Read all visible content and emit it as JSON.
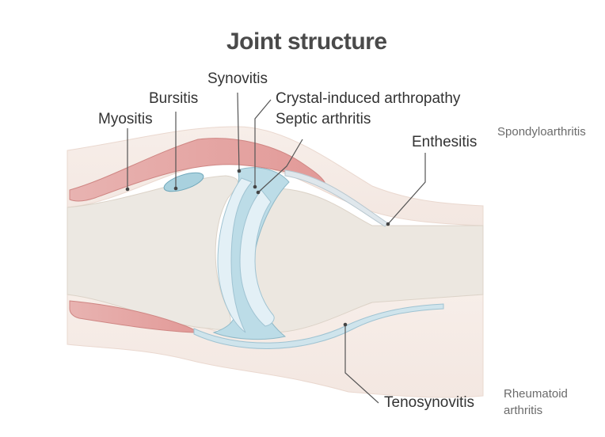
{
  "title": "Joint structure",
  "labels": {
    "synovitis": "Synovitis",
    "bursitis": "Bursitis",
    "crystal": "Crystal-induced arthropathy",
    "myositis": "Myositis",
    "septic": "Septic arthritis",
    "enthesitis": "Enthesitis",
    "tenosynovitis": "Tenosynovitis"
  },
  "side_labels": {
    "spondylo": "Spondyloarthritis",
    "rheumatoid_line1": "Rheumatoid",
    "rheumatoid_line2": "arthritis"
  },
  "colors": {
    "background": "#ffffff",
    "soft_tissue": "#f5ebe5",
    "bone": "#ede9e3",
    "muscle": "#e5a7a5",
    "synovial_fluid": "#a9d1de",
    "cartilage": "#dcecf3",
    "leader_line": "#555555"
  }
}
